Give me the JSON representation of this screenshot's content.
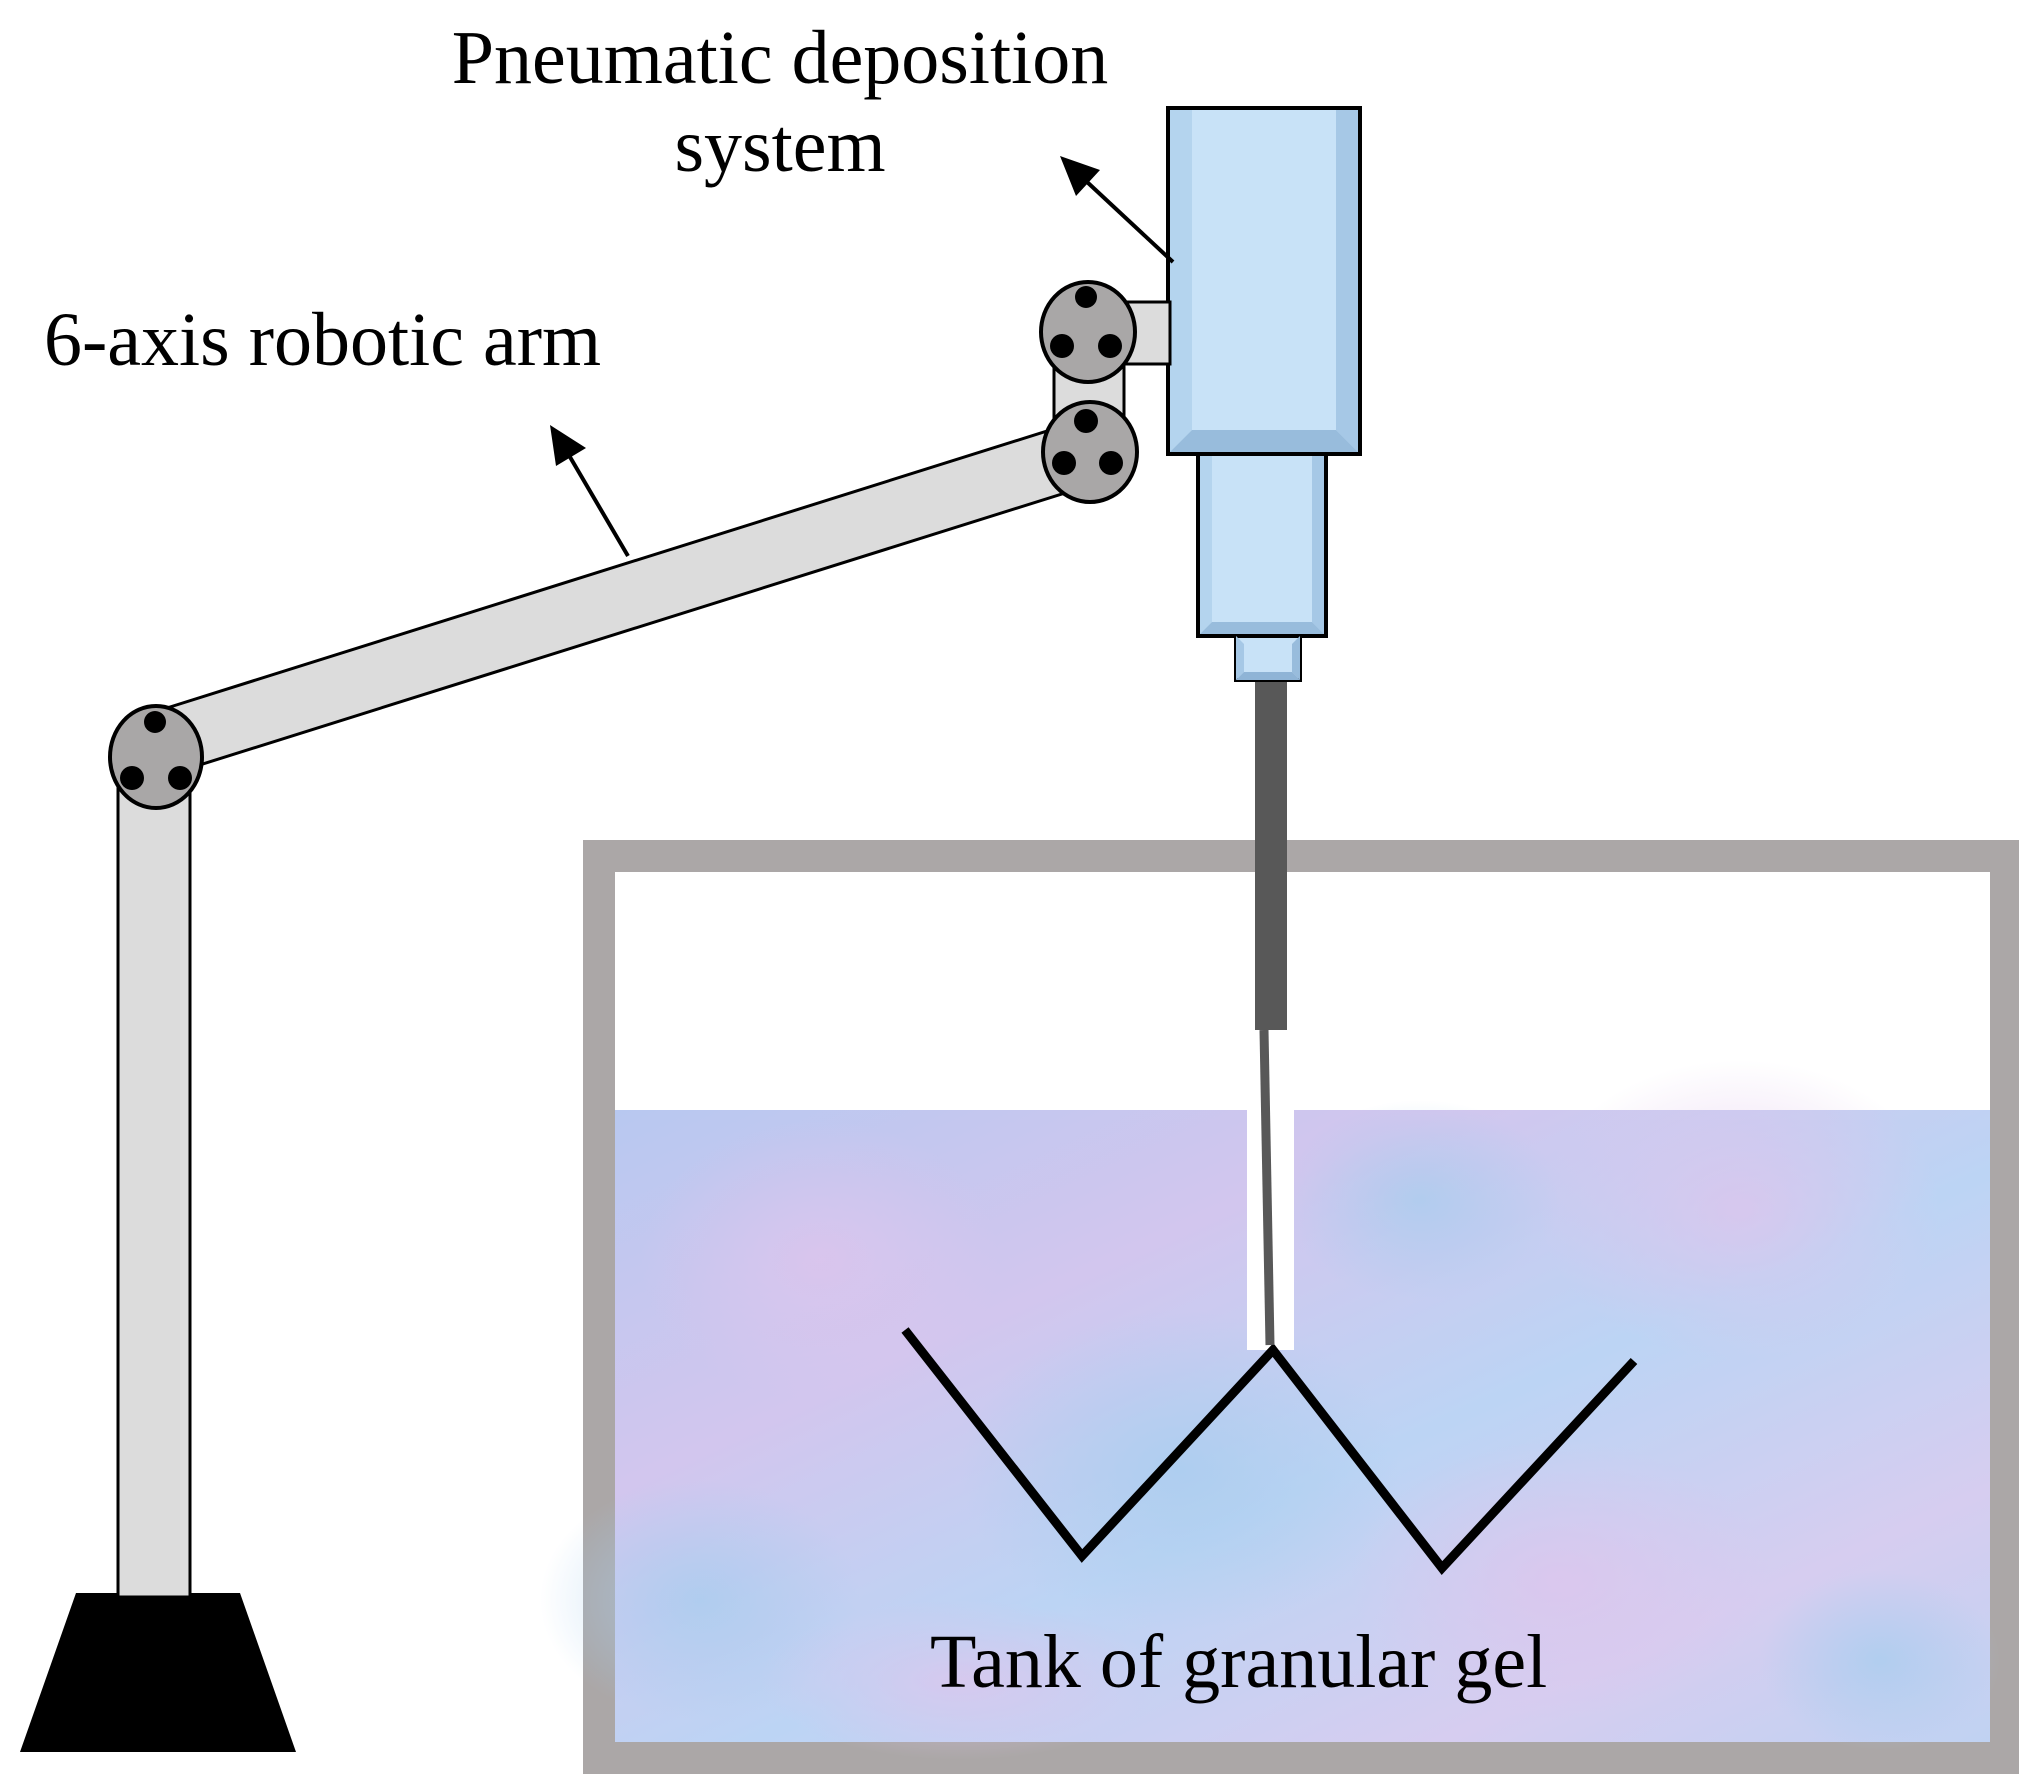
{
  "labels": {
    "deposition_line1": "Pneumatic deposition",
    "deposition_line2": "system",
    "robotic_arm": "6-axis robotic arm",
    "tank": "Tank of granular gel"
  },
  "colors": {
    "arm_fill": "#dcdcdc",
    "joint_fill": "#a9a7a7",
    "device_fill": "#c8e2f7",
    "tank_border": "#aba7a7",
    "gel_fill": "#c4cef2",
    "base_fill": "#000000",
    "needle": "#585858"
  }
}
